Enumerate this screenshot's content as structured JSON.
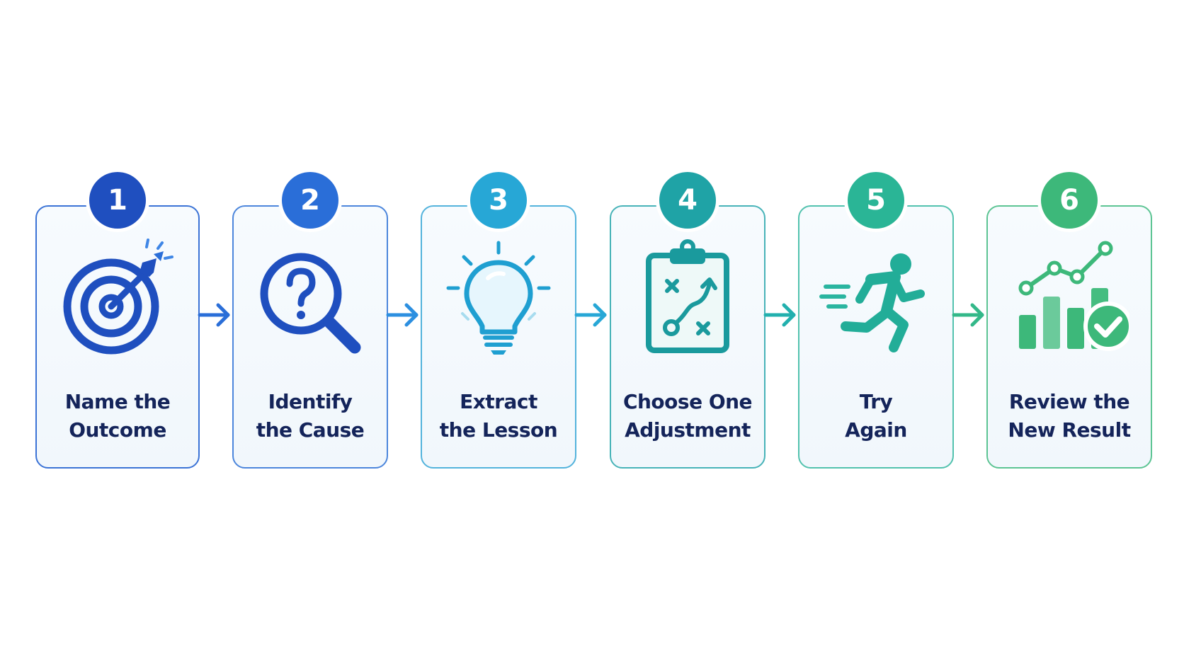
{
  "steps": [
    {
      "number": "1",
      "line1": "Name the",
      "line2": "Outcome",
      "icon": "target-arrow-icon",
      "color": "#1f4fbf"
    },
    {
      "number": "2",
      "line1": "Identify",
      "line2": "the Cause",
      "icon": "magnifier-question-icon",
      "color": "#2a6ed8"
    },
    {
      "number": "3",
      "line1": "Extract",
      "line2": "the Lesson",
      "icon": "lightbulb-icon",
      "color": "#27a7d6"
    },
    {
      "number": "4",
      "line1": "Choose One",
      "line2": "Adjustment",
      "icon": "clipboard-strategy-icon",
      "color": "#1fa3a6"
    },
    {
      "number": "5",
      "line1": "Try",
      "line2": "Again",
      "icon": "running-person-icon",
      "color": "#2ab596"
    },
    {
      "number": "6",
      "line1": "Review the",
      "line2": "New Result",
      "icon": "chart-check-icon",
      "color": "#3db87a"
    }
  ],
  "colors": {
    "text": "#14245a",
    "card_bg": "#f3f8fc",
    "arrows": [
      "#2a6ed8",
      "#2c8fe0",
      "#27a7d6",
      "#22b0ae",
      "#33b889"
    ]
  }
}
